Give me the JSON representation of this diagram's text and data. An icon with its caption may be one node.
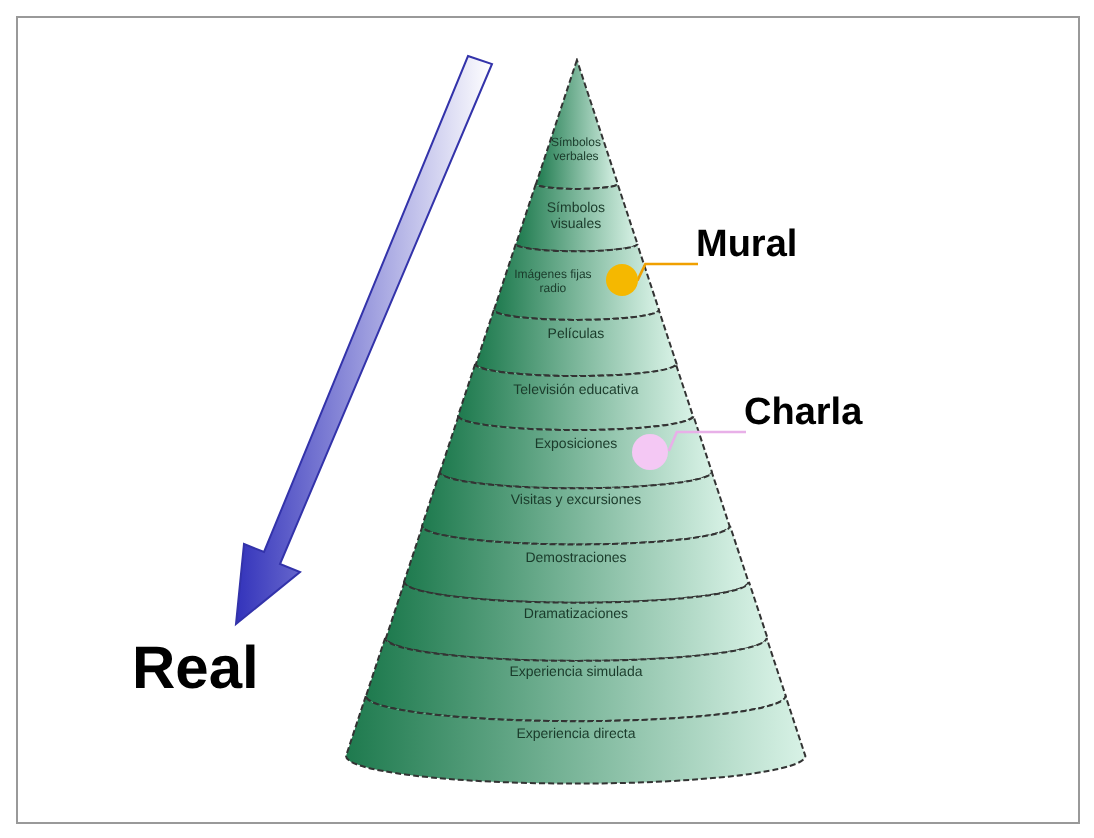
{
  "diagram": {
    "nodes": [
      {
        "text": [
          "Símbolos verbales"
        ]
      },
      {
        "text": [
          "Símbolos visuales"
        ]
      },
      {
        "text": [
          "Imágenes fijas radio"
        ]
      },
      {
        "text": [
          "Películas"
        ]
      },
      {
        "text": [
          "Televisión educativa"
        ]
      },
      {
        "text": [
          "Exposiciones"
        ]
      },
      {
        "text": [
          "Visitas y excursiones"
        ]
      },
      {
        "text": [
          "Demostraciones"
        ]
      },
      {
        "text": [
          "Dramatizaciones"
        ]
      },
      {
        "text": [
          "Experiencia simulada"
        ]
      },
      {
        "text": [
          "Experiencia directa"
        ]
      },
      {
        "text": [],
        "shape": "circle",
        "in": 2
      },
      {
        "text": [
          "Mural"
        ]
      },
      {
        "text": [],
        "shape": "circle",
        "in": 5
      },
      {
        "text": [
          "Charla"
        ]
      }
    ],
    "edges": [
      {
        "from": 12,
        "to": 11,
        "arrow": "none",
        "color": "#f0a000"
      },
      {
        "from": 14,
        "to": 13,
        "arrow": "none",
        "color": "#e8b0e8"
      }
    ],
    "labels": [
      "Real"
    ]
  }
}
